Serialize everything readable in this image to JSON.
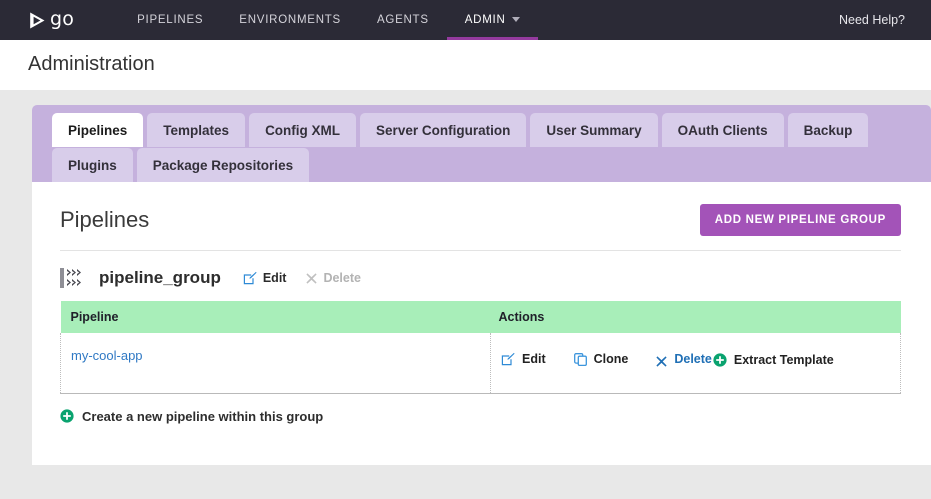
{
  "topnav": {
    "logo_text": "go",
    "items": [
      {
        "label": "PIPELINES",
        "active": false
      },
      {
        "label": "ENVIRONMENTS",
        "active": false
      },
      {
        "label": "AGENTS",
        "active": false
      },
      {
        "label": "ADMIN",
        "active": true
      }
    ],
    "need_help": "Need Help?",
    "accent_color": "#943a9e",
    "background_color": "#2b2a36"
  },
  "page": {
    "title": "Administration",
    "background_color": "#e8e8e8"
  },
  "tabs": {
    "row1": [
      {
        "label": "Pipelines",
        "active": true
      },
      {
        "label": "Templates",
        "active": false
      },
      {
        "label": "Config XML",
        "active": false
      },
      {
        "label": "Server Configuration",
        "active": false
      },
      {
        "label": "User Summary",
        "active": false
      },
      {
        "label": "OAuth Clients",
        "active": false
      },
      {
        "label": "Backup",
        "active": false
      }
    ],
    "row2": [
      {
        "label": "Plugins",
        "active": false
      },
      {
        "label": "Package Repositories",
        "active": false
      }
    ],
    "bar_color": "#c5b1dd",
    "tab_color": "#d8cdea"
  },
  "main": {
    "section_title": "Pipelines",
    "add_group_button": "ADD NEW PIPELINE GROUP",
    "add_group_color": "#a353b8",
    "group": {
      "icon": "pipeline-group-icon",
      "name": "pipeline_group",
      "edit_label": "Edit",
      "delete_label": "Delete",
      "delete_disabled": true
    },
    "table": {
      "headers": [
        "Pipeline",
        "Actions"
      ],
      "header_color": "#a8eeb9",
      "rows": [
        {
          "pipeline": "my-cool-app",
          "actions": [
            {
              "label": "Edit",
              "icon": "edit-pencil-icon"
            },
            {
              "label": "Clone",
              "icon": "clone-icon"
            },
            {
              "label": "Delete",
              "icon": "delete-x-icon"
            },
            {
              "label": "Extract Template",
              "icon": "plus-circle-icon"
            }
          ]
        }
      ]
    },
    "create_pipeline_link": "Create a new pipeline within this group"
  }
}
